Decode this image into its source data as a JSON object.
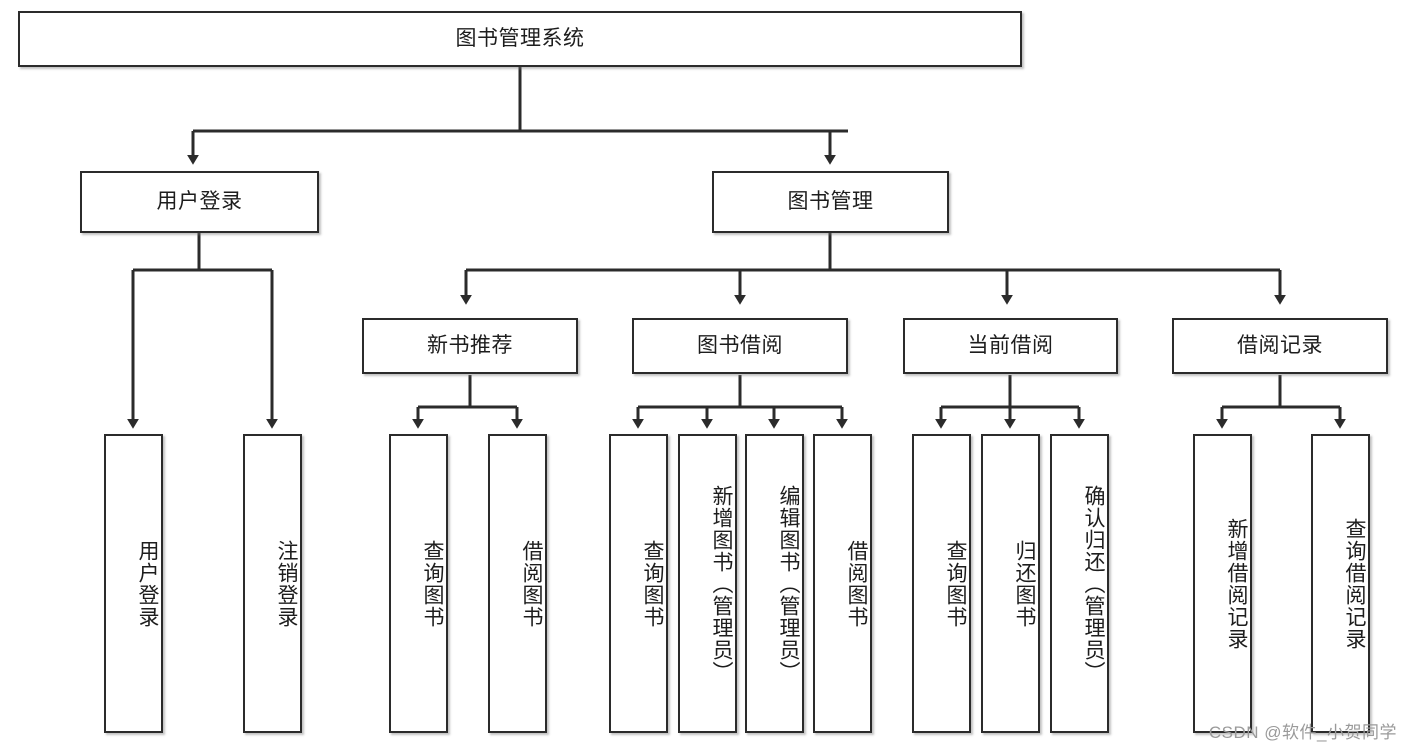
{
  "diagram": {
    "title": "图书管理系统",
    "type": "tree-hierarchy",
    "orientation": "top-down",
    "colors": {
      "node_border": "#2b2b2b",
      "node_fill": "#ffffff",
      "edge": "#2b2b2b",
      "text": "#1d1d1d",
      "watermark": "#9a9a9a",
      "background": "#ffffff"
    }
  },
  "nodes": {
    "root": {
      "label": "图书管理系统"
    },
    "level2": [
      {
        "id": "user-login",
        "label": "用户登录"
      },
      {
        "id": "book-management",
        "label": "图书管理"
      }
    ],
    "level3": [
      {
        "id": "new-book-recommend",
        "label": "新书推荐"
      },
      {
        "id": "book-borrow",
        "label": "图书借阅"
      },
      {
        "id": "current-borrow",
        "label": "当前借阅"
      },
      {
        "id": "borrow-record",
        "label": "借阅记录"
      }
    ],
    "leaves": {
      "user_login": [
        {
          "id": "leaf-user-login",
          "label": "用户登录"
        },
        {
          "id": "leaf-logout-login",
          "label": "注销登录"
        }
      ],
      "new_book_recommend": [
        {
          "id": "leaf-query-book-1",
          "label": "查询图书"
        },
        {
          "id": "leaf-borrow-book-1",
          "label": "借阅图书"
        }
      ],
      "book_borrow": [
        {
          "id": "leaf-query-book-2",
          "label": "查询图书"
        },
        {
          "id": "leaf-add-book",
          "label": "新增图书（管理员）"
        },
        {
          "id": "leaf-edit-book",
          "label": "编辑图书（管理员）"
        },
        {
          "id": "leaf-borrow-book-2",
          "label": "借阅图书"
        }
      ],
      "current_borrow": [
        {
          "id": "leaf-query-book-3",
          "label": "查询图书"
        },
        {
          "id": "leaf-return-book",
          "label": "归还图书"
        },
        {
          "id": "leaf-confirm-return",
          "label": "确认归还（管理员）"
        }
      ],
      "borrow_record": [
        {
          "id": "leaf-add-borrow-record",
          "label": "新增借阅记录"
        },
        {
          "id": "leaf-query-borrow-record",
          "label": "查询借阅记录"
        }
      ]
    }
  },
  "watermark": {
    "text": "CSDN @软件_小贺同学"
  }
}
